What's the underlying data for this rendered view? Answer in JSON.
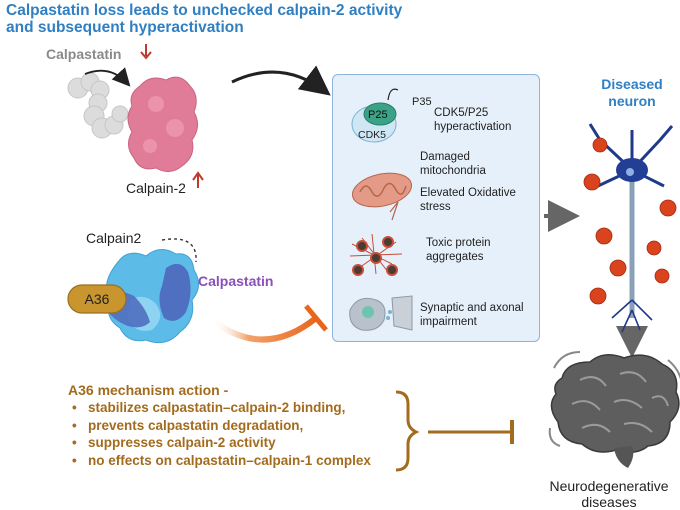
{
  "title": "Calpastatin loss leads to unchecked calpain-2 activity and subsequent hyperactivation",
  "labels": {
    "calpastatin_top": "Calpastatin",
    "calpain2_top": "Calpain-2",
    "calpain2_complex": "Calpain2",
    "calpastatin_complex": "Calpastatin",
    "drug": "A36",
    "diseased_neuron": "Diseased neuron",
    "disease": "Neurodegenerative diseases"
  },
  "panel": {
    "items": [
      {
        "label": "CDK5/P25 hyperactivation",
        "extra_labels": [
          "P35",
          "P25",
          "CDK5"
        ]
      },
      {
        "label": "Damaged mitochondria"
      },
      {
        "label": "Elevated Oxidative stress"
      },
      {
        "label": "Toxic protein aggregates"
      },
      {
        "label": "Synaptic and axonal impairment"
      }
    ]
  },
  "mechanism": {
    "title": "A36 mechanism action -",
    "points": [
      "stabilizes calpastatin–calpain-2 binding,",
      "prevents calpastatin degradation,",
      "suppresses calpain-2 activity",
      "no effects on calpastatin–calpain-1 complex"
    ]
  },
  "colors": {
    "title_blue": "#2f7fc2",
    "calpain_pink": "#e07c98",
    "calpastatin_purple": "#8a4fb8",
    "drug_gold": "#c8952f",
    "mechanism_brown": "#a36b1d",
    "inhibit_orange": "#e8661c",
    "arrow_red": "#c0392b"
  }
}
